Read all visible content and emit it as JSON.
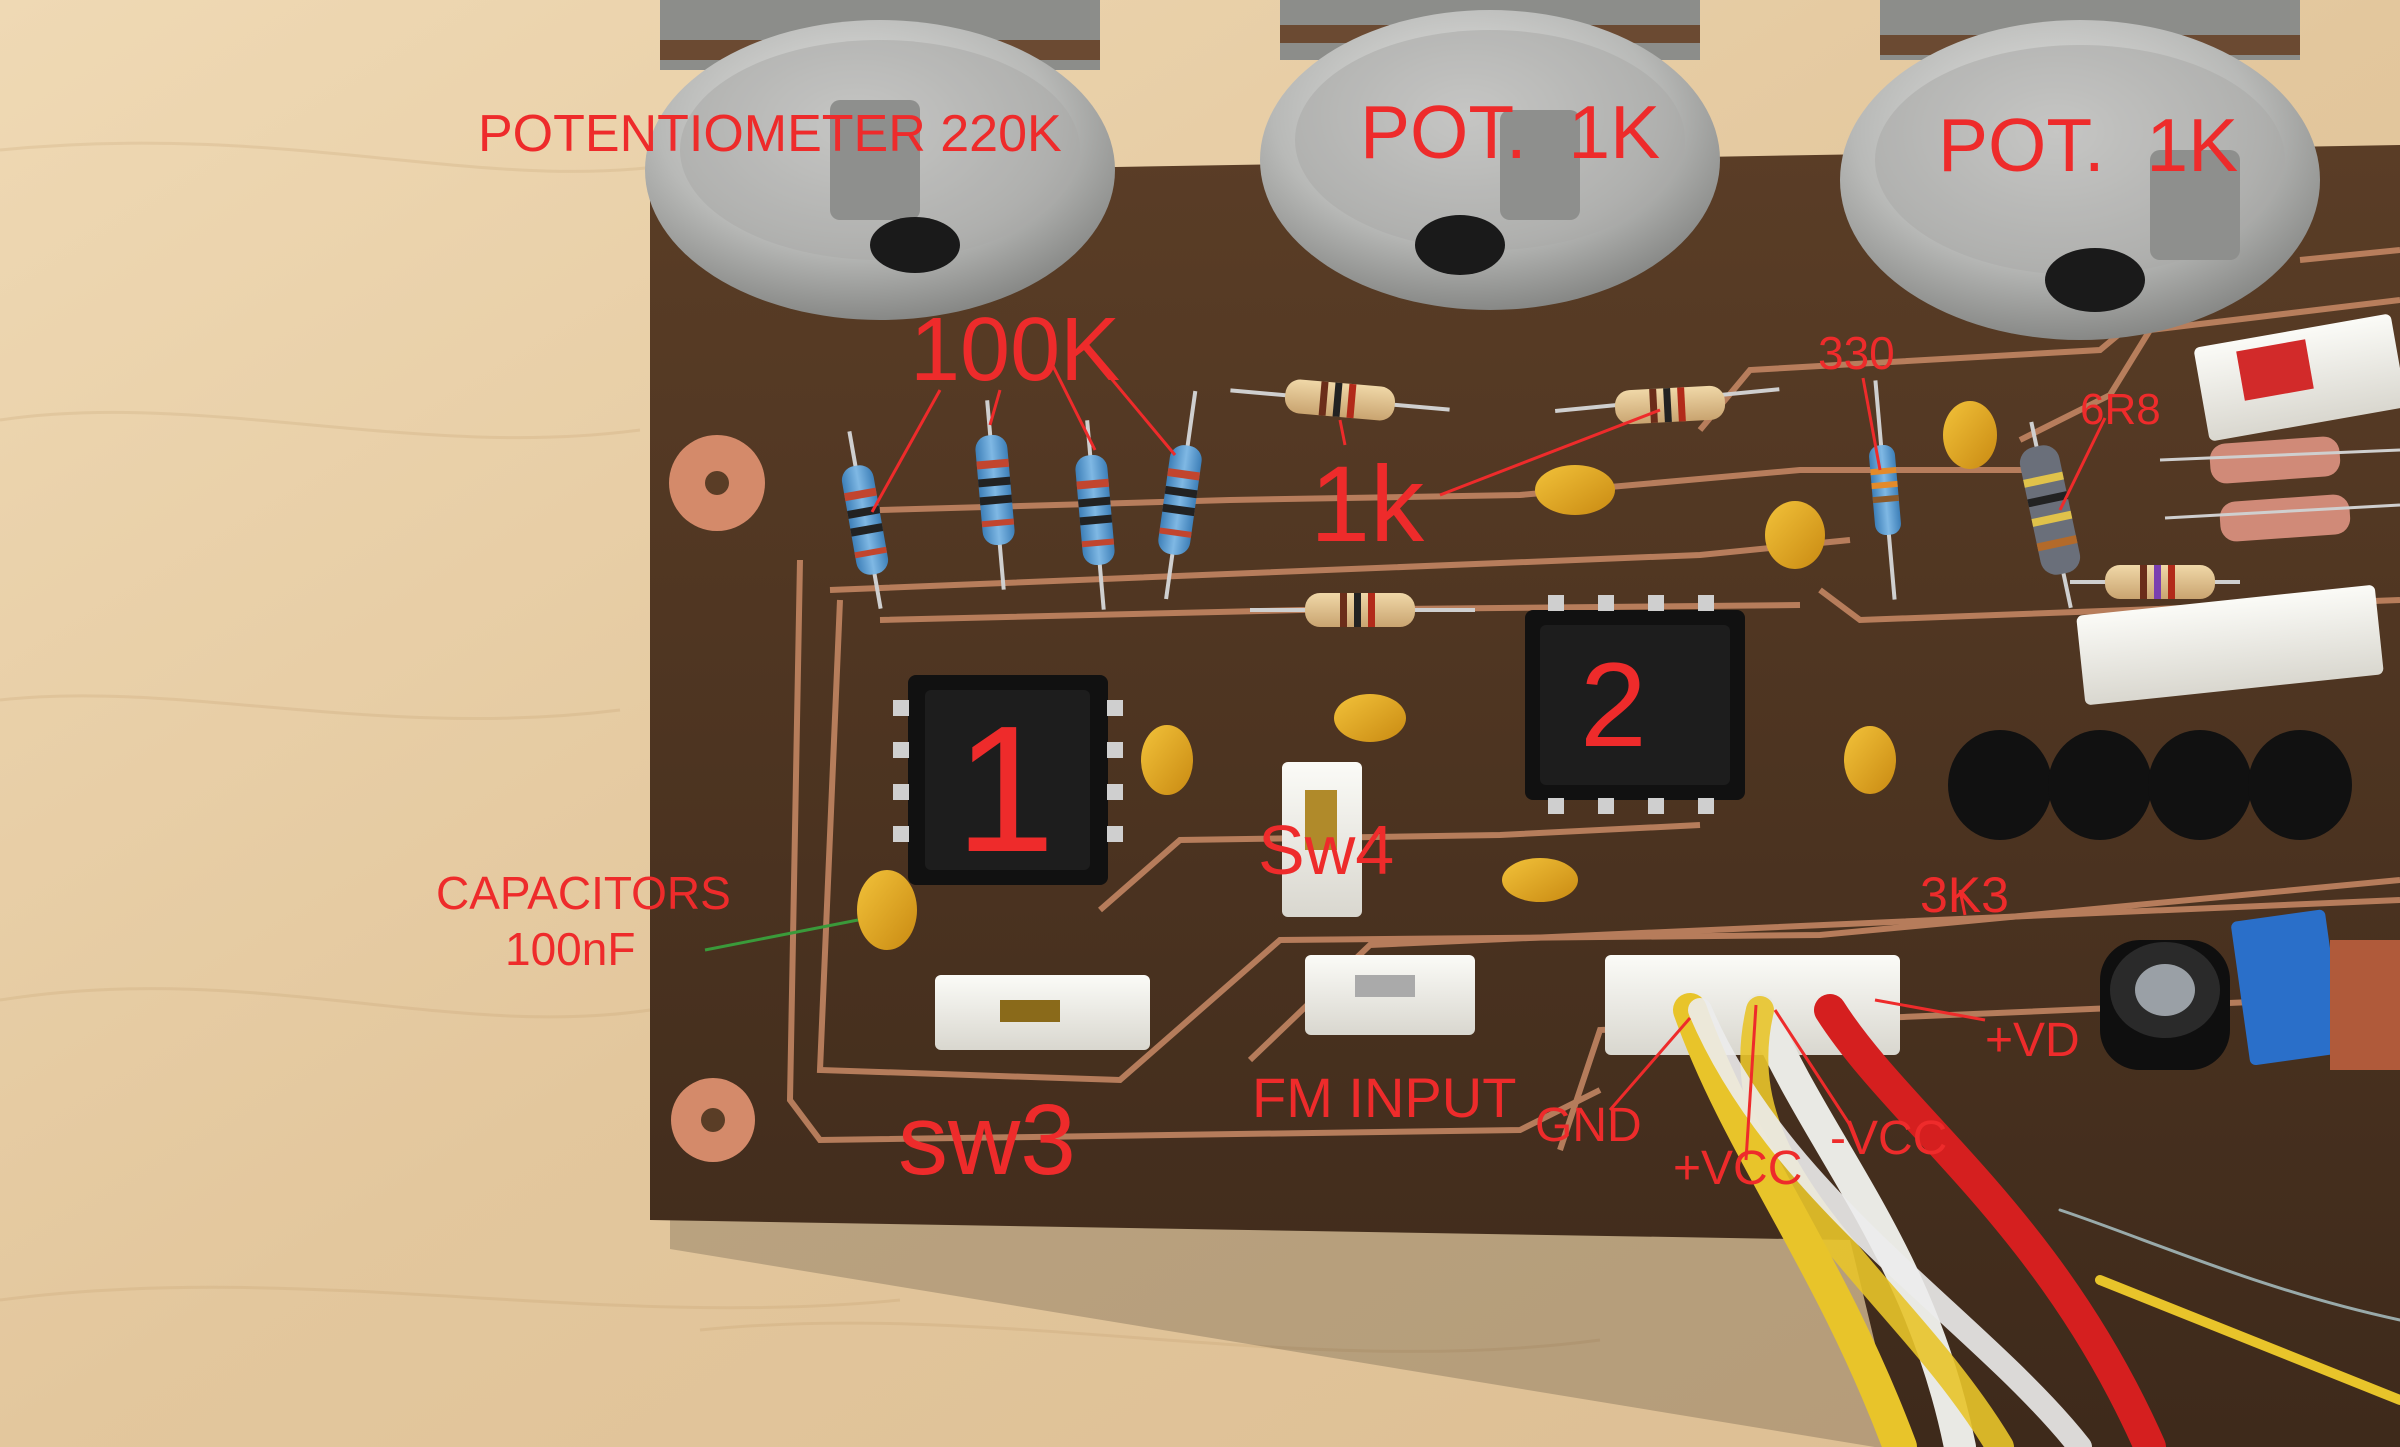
{
  "photo": {
    "description_colors": {
      "desk": "#e4c9a0",
      "board": "#4a3322",
      "trace": "#c98a66",
      "annotation": "#ee2b2b",
      "pointer_green": "#3a9a3a"
    },
    "labels": {
      "pot_220k": "POTENTIOMETER 220K",
      "pot_1k_a": "POT.  1K",
      "pot_1k_b": "POT.  1K",
      "res_100k": "100K",
      "res_1k": "1k",
      "res_330": "330",
      "res_6r8": "6R8",
      "res_3k3": "3K3",
      "chip_1": "1",
      "chip_2": "2",
      "sw4": "Sw4",
      "sw3": "sw3",
      "capacitors": "CAPACITORS",
      "cap_value": "100nF",
      "fm_input": "FM INPUT",
      "gnd": "GND",
      "plus_vcc": "+VCC",
      "minus_vcc": "-VCC",
      "plus_vd": "+VD"
    }
  }
}
